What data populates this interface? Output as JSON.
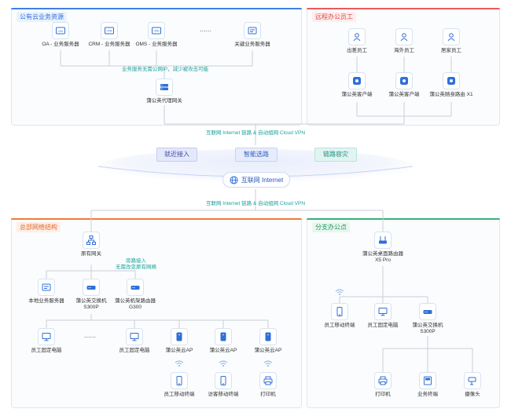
{
  "cloud_panel": {
    "title": "公有云业务资源",
    "oa": "OA - 业务服务器",
    "crm": "CRM - 业务服务器",
    "oms": "OMS - 业务服务器",
    "ellipsis": "......",
    "key": "关键业务服务器",
    "note": "业务服务无需公网IP，减少被攻击可能",
    "proxy": "蒲公英代理网关"
  },
  "remote_panel": {
    "title": "远程办公员工",
    "staff": [
      "出差员工",
      "海外员工",
      "居家员工"
    ],
    "clients": [
      "蒲公英客户端",
      "蒲公英客户端",
      "蒲公英随身路由 X1"
    ]
  },
  "center": {
    "link_top": "互联网 Internet 链路 & 自动组网 Cloud VPN",
    "pills": [
      "就近接入",
      "智能选路",
      "链路容灾"
    ],
    "internet": "互联网 Internet",
    "link_bottom": "互联网 Internet 链路 & 自动组网 Cloud VPN"
  },
  "hq_panel": {
    "title": "总部网络结构",
    "gateway": "原有网关",
    "note_line1": "旁路接入",
    "note_line2": "无需改变原有网络",
    "local_server": "本地业务服务器",
    "switch_line1": "蒲公英交换机",
    "switch_line2": "S300P",
    "router_line1": "蒲公英机架路由器",
    "router_line2": "G300",
    "pc1": "员工固定电脑",
    "ellipsis": "......",
    "pc2": "员工固定电脑",
    "ap": "蒲公英云AP",
    "mobile": "员工移动终端",
    "guest": "访客移动终端",
    "printer": "打印机"
  },
  "branch_panel": {
    "title": "分支办公点",
    "router_line1": "蒲公英桌面路由器",
    "router_line2": "X5 Pro",
    "mobile": "员工移动终端",
    "pc": "员工固定电脑",
    "switch_line1": "蒲公英交换机",
    "switch_line2": "S300P",
    "printer": "打印机",
    "terminal": "业务终端",
    "camera": "摄像头"
  },
  "colors": {
    "cloud_accent": "#3f7fe6",
    "remote_accent": "#ea5b5b",
    "hq_accent": "#ef7a3c",
    "branch_accent": "#33b27a",
    "teal_text": "#1aa39a"
  }
}
